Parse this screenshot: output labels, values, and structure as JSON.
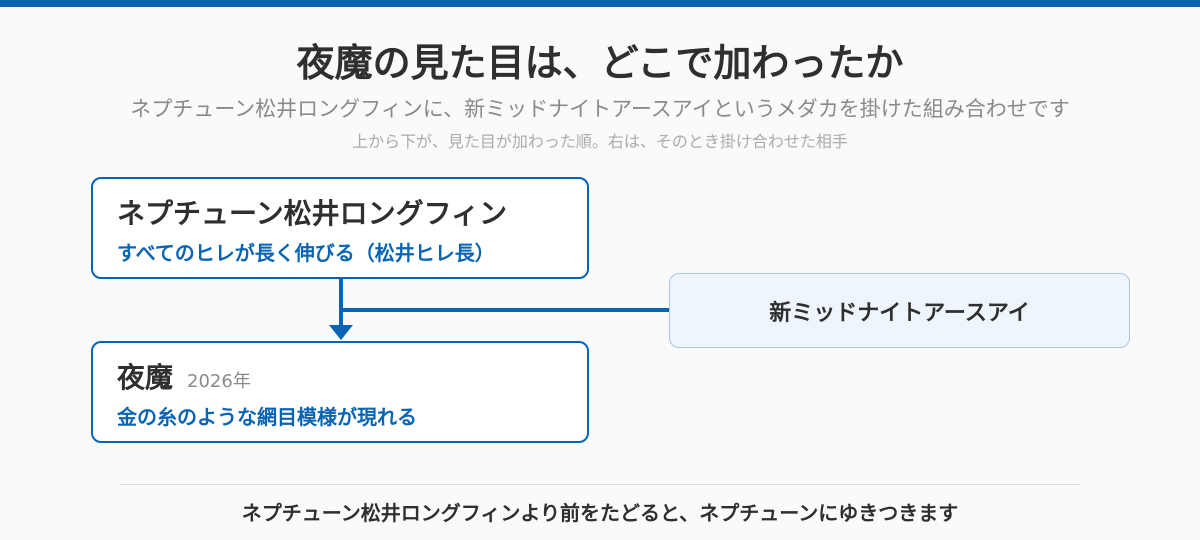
{
  "header": {
    "title": "夜魔の見た目は、どこで加わったか",
    "subtitle": "ネプチューン松井ロングフィンに、新ミッドナイトアースアイというメダカを掛けた組み合わせです",
    "caption": "上から下が、見た目が加わった順。右は、そのとき掛け合わせた相手"
  },
  "diagram": {
    "parent": {
      "name": "ネプチューン松井ロングフィン",
      "trait": "すべてのヒレが長く伸びる（松井ヒレ長）"
    },
    "mate": {
      "name": "新ミッドナイトアースアイ"
    },
    "result": {
      "name": "夜魔",
      "year": "2026年",
      "trait": "金の糸のような網目模様が現れる"
    }
  },
  "footer": {
    "note": "ネプチューン松井ロングフィンより前をたどると、ネプチューンにゆきつきます"
  },
  "colors": {
    "accent": "#0a64b4",
    "mate_fill": "#eef5fc",
    "mate_border": "#a9c6e4",
    "text": "#2f2f2f",
    "muted": "#8a8a8a"
  }
}
